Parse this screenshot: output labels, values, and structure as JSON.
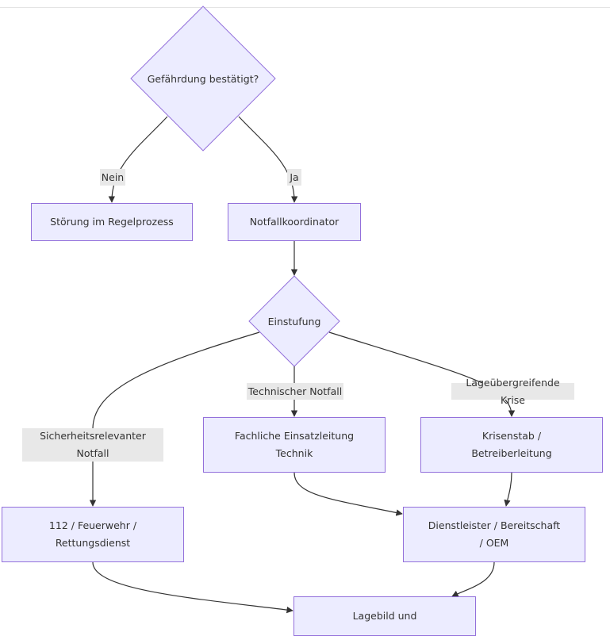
{
  "colors": {
    "node_fill": "#ececff",
    "node_stroke": "#9370db",
    "edge": "#333333",
    "edge_label_bg": "#e8e8e8",
    "text": "#333333"
  },
  "nodes": {
    "decision_hazard": "Gefährdung bestätigt?",
    "disruption": "Störung im Regelprozess",
    "coordinator": "Notfallkoordinator",
    "decision_classification": "Einstufung",
    "technical_lead": "Fachliche Einsatzleitung\nTechnik",
    "crisis_staff": "Krisenstab /\nBetreiberleitung",
    "fire_rescue": "112 / Feuerwehr /\nRettungsdienst",
    "service_providers": "Dienstleister / Bereitschaft\n/ OEM",
    "situation_report": "Lagebild und"
  },
  "edge_labels": {
    "no": "Nein",
    "yes": "Ja",
    "technical_emergency": "Technischer Notfall",
    "cross_situation_crisis": "Lageübergreifende Krise",
    "safety_relevant": "Sicherheitsrelevanter\nNotfall"
  }
}
